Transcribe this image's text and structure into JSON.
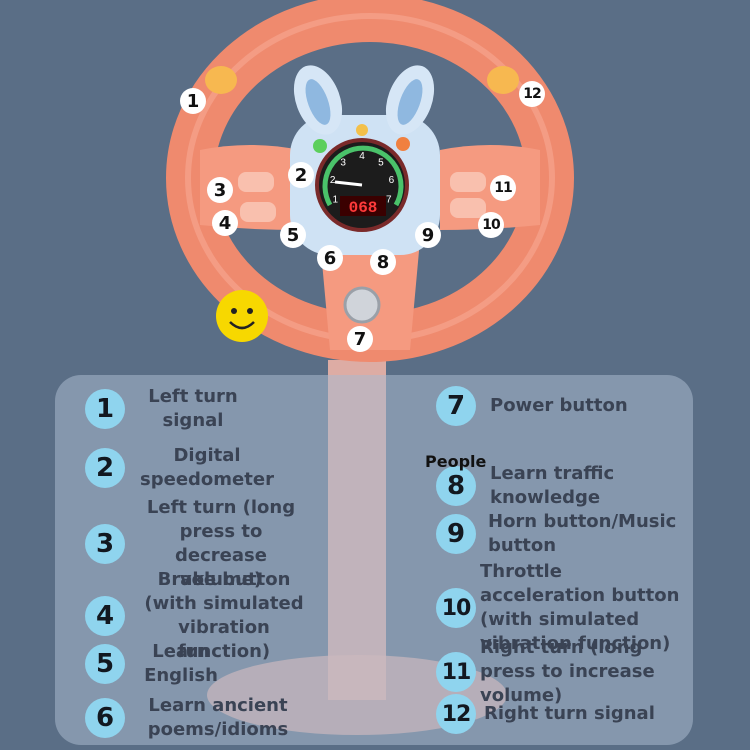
{
  "overlay_text": "People",
  "callout_numbers": [
    "1",
    "2",
    "3",
    "4",
    "5",
    "6",
    "7",
    "8",
    "9",
    "10",
    "11",
    "12"
  ],
  "speedometer": {
    "display": "068",
    "dial_ticks": [
      "1",
      "2",
      "3",
      "4",
      "5",
      "6",
      "7"
    ]
  },
  "legend": [
    {
      "num": "1",
      "text": "Left turn signal"
    },
    {
      "num": "2",
      "text": "Digital speedometer"
    },
    {
      "num": "3",
      "text": "Left turn (long press to decrease volume)"
    },
    {
      "num": "4",
      "text": "Brake button (with simulated vibration function)"
    },
    {
      "num": "5",
      "text": "Learn English"
    },
    {
      "num": "6",
      "text": "Learn ancient poems/idioms"
    },
    {
      "num": "7",
      "text": "Power button"
    },
    {
      "num": "8",
      "text": "Learn traffic knowledge"
    },
    {
      "num": "9",
      "text": "Horn button/Music button"
    },
    {
      "num": "10",
      "text": "Throttle acceleration button (with simulated vibration function)"
    },
    {
      "num": "11",
      "text": "Right turn (long press to increase volume)"
    },
    {
      "num": "12",
      "text": "Right turn signal"
    }
  ],
  "colors": {
    "background": "#5a6e86",
    "wheel": "#f08a70",
    "badge": "#8fd4ee"
  }
}
